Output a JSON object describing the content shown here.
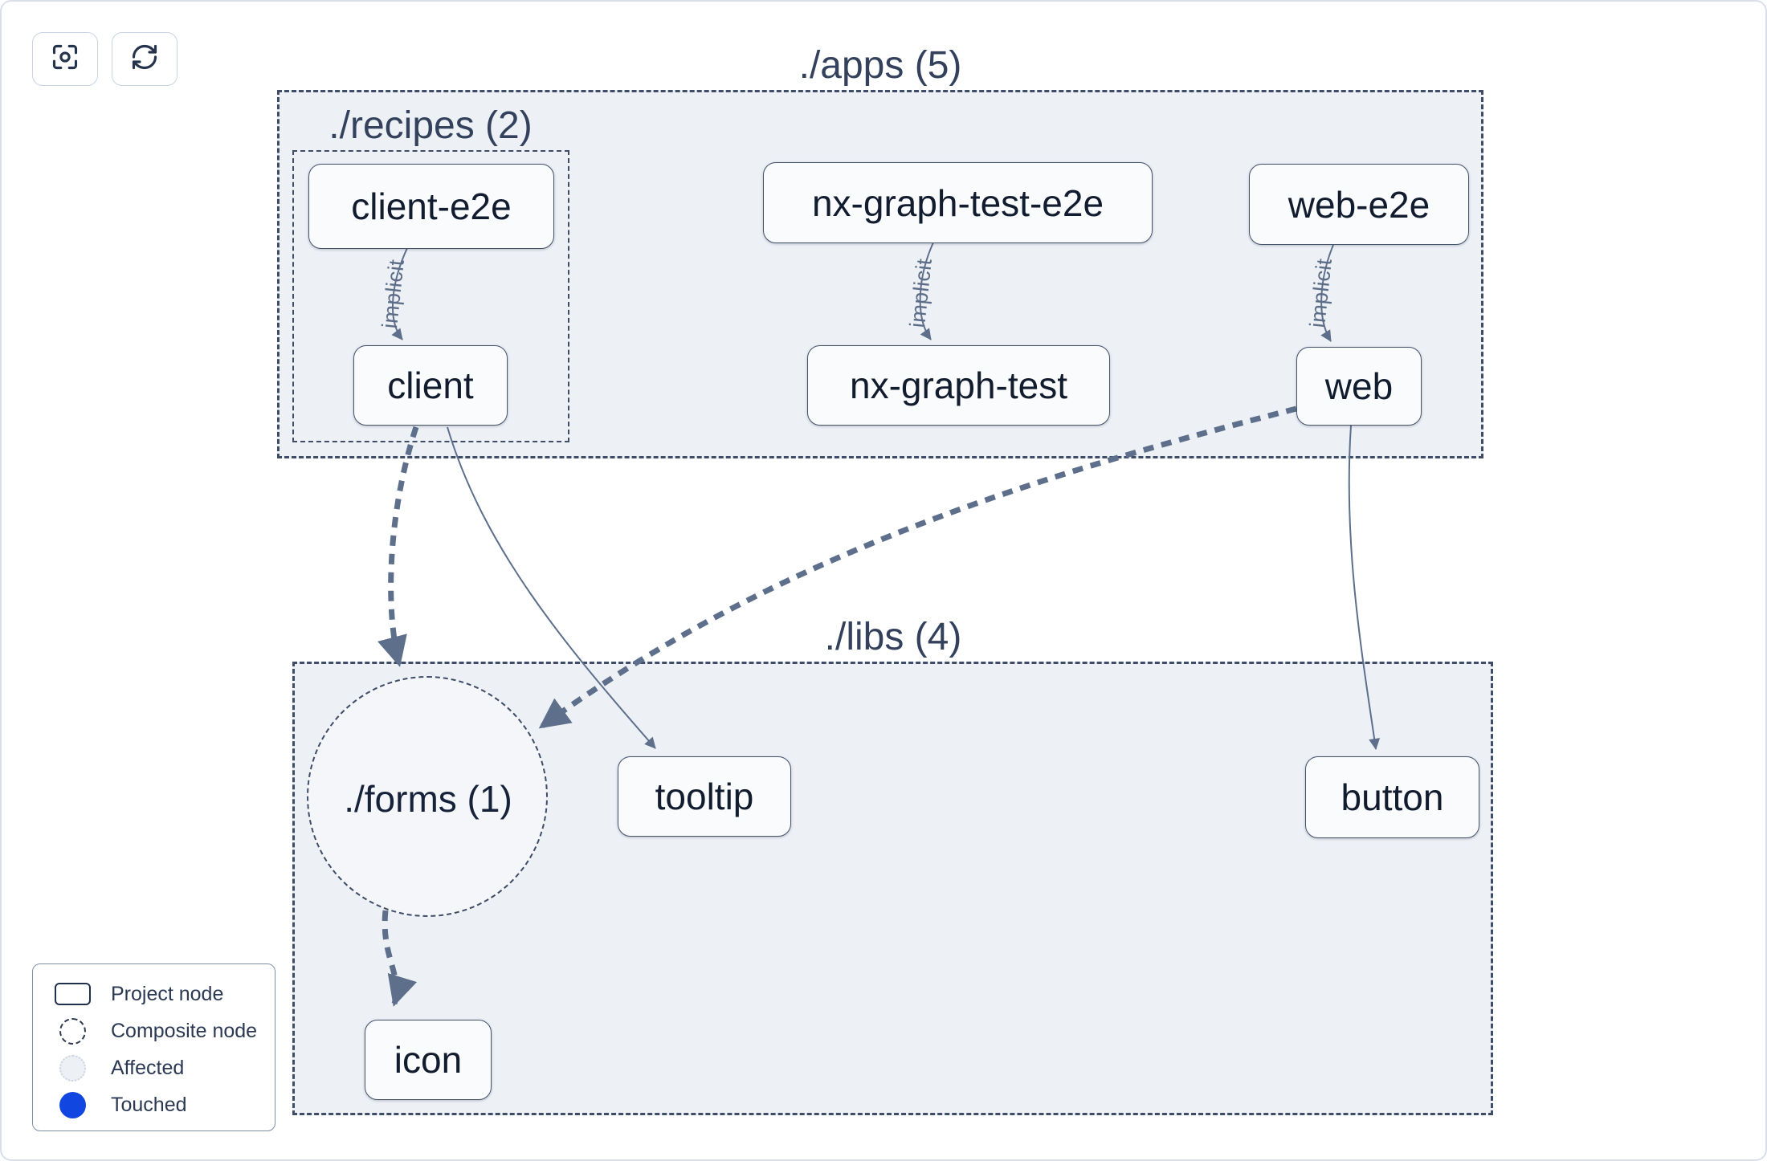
{
  "toolbar": {
    "focus_button": {
      "icon": "focus-icon"
    },
    "refresh_button": {
      "icon": "refresh-icon"
    }
  },
  "graph": {
    "containers": [
      {
        "id": "apps",
        "label": "./apps (5)"
      },
      {
        "id": "recipes",
        "label": "./recipes (2)"
      },
      {
        "id": "libs",
        "label": "./libs (4)"
      }
    ],
    "composite_nodes": [
      {
        "id": "forms",
        "label": "./forms (1)"
      }
    ],
    "nodes": [
      {
        "id": "client-e2e",
        "label": "client-e2e",
        "container": "recipes"
      },
      {
        "id": "nx-graph-test-e2e",
        "label": "nx-graph-test-e2e",
        "container": "apps"
      },
      {
        "id": "web-e2e",
        "label": "web-e2e",
        "container": "apps"
      },
      {
        "id": "client",
        "label": "client",
        "container": "recipes"
      },
      {
        "id": "nx-graph-test",
        "label": "nx-graph-test",
        "container": "apps"
      },
      {
        "id": "web",
        "label": "web",
        "container": "apps"
      },
      {
        "id": "tooltip",
        "label": "tooltip",
        "container": "libs"
      },
      {
        "id": "button",
        "label": "button",
        "container": "libs"
      },
      {
        "id": "icon",
        "label": "icon",
        "container": "libs"
      }
    ],
    "edges": [
      {
        "from": "client-e2e",
        "to": "client",
        "label": "implicit",
        "style": "thin"
      },
      {
        "from": "nx-graph-test-e2e",
        "to": "nx-graph-test",
        "label": "implicit",
        "style": "thin"
      },
      {
        "from": "web-e2e",
        "to": "web",
        "label": "implicit",
        "style": "thin"
      },
      {
        "from": "client",
        "to": "forms",
        "label": "",
        "style": "thick-dashed"
      },
      {
        "from": "client",
        "to": "tooltip",
        "label": "",
        "style": "thin"
      },
      {
        "from": "web",
        "to": "forms",
        "label": "",
        "style": "thick-dashed"
      },
      {
        "from": "web",
        "to": "button",
        "label": "",
        "style": "thin"
      },
      {
        "from": "forms",
        "to": "icon",
        "label": "",
        "style": "thick-dashed"
      }
    ]
  },
  "legend": {
    "items": [
      {
        "label": "Project node",
        "swatch": "project-node"
      },
      {
        "label": "Composite node",
        "swatch": "composite-node"
      },
      {
        "label": "Affected",
        "swatch": "affected"
      },
      {
        "label": "Touched",
        "swatch": "touched"
      }
    ]
  },
  "colors": {
    "touched_blue": "#1246e1",
    "affected_fill": "#edf0f4",
    "container_fill": "#edf1f6",
    "composite_fill": "#f4f6fa",
    "node_fill": "#fafbfd",
    "node_border": "#46536d",
    "dashed_border": "#3f4c66",
    "edge": "#5d6f8b",
    "page_border": "#d9dfe9"
  }
}
